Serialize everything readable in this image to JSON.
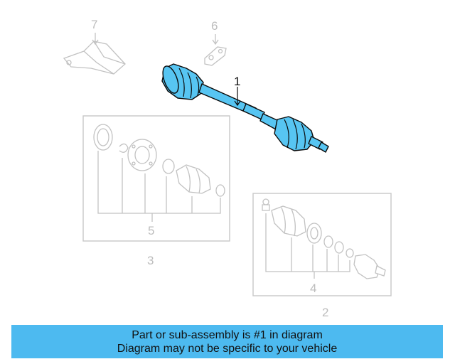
{
  "diagram": {
    "callouts": {
      "c1": "1",
      "c2": "2",
      "c3": "3",
      "c4": "4",
      "c5": "5",
      "c6": "6",
      "c7": "7"
    },
    "highlight_color": "#57c5f2"
  },
  "banner": {
    "line1": "Part or sub-assembly is #1 in diagram",
    "line2": "Diagram may not be specific to your vehicle",
    "color": "#4dbaf0"
  }
}
